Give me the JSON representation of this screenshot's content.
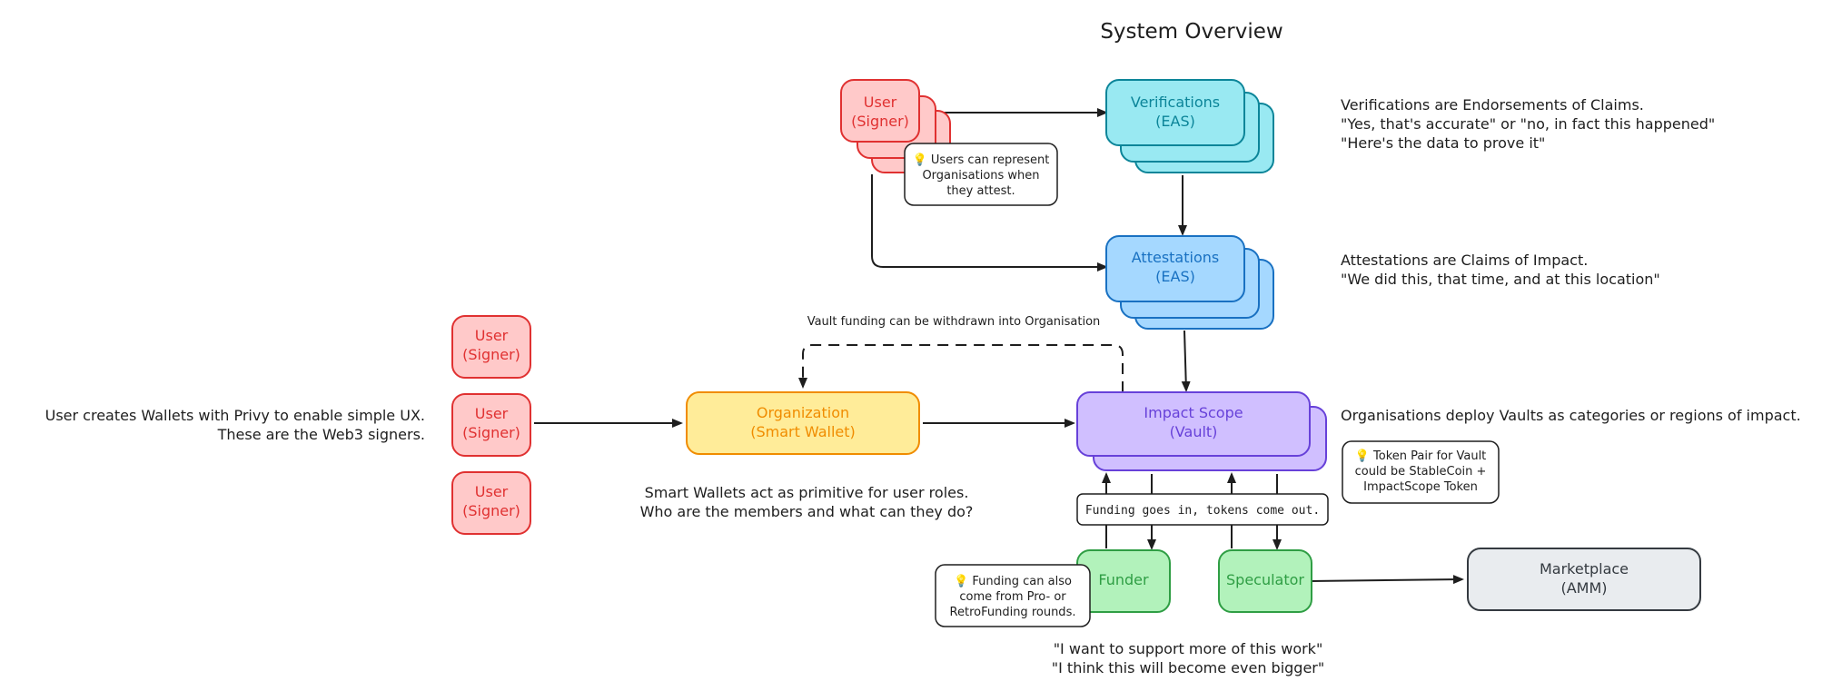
{
  "title": "System Overview",
  "colors": {
    "red_fill": "#ffc9c9",
    "red_stroke": "#e03131",
    "cyan_fill": "#99e9f2",
    "cyan_stroke": "#0c8599",
    "blue_fill": "#a5d8ff",
    "blue_stroke": "#1971c2",
    "yellow_fill": "#ffec99",
    "yellow_stroke": "#f08c00",
    "violet_fill": "#d0bfff",
    "violet_stroke": "#6741d9",
    "green_fill": "#b2f2bb",
    "green_stroke": "#2f9e44",
    "gray_fill": "#e9ecef",
    "gray_stroke": "#343a40",
    "ink": "#1e1e1e"
  },
  "nodes": {
    "user_top": [
      "User",
      "(Signer)"
    ],
    "verifications": [
      "Verifications",
      "(EAS)"
    ],
    "attestations": [
      "Attestations",
      "(EAS)"
    ],
    "user_left_1": [
      "User",
      "(Signer)"
    ],
    "user_left_2": [
      "User",
      "(Signer)"
    ],
    "user_left_3": [
      "User",
      "(Signer)"
    ],
    "organization": [
      "Organization",
      "(Smart Wallet)"
    ],
    "impact_scope": [
      "Impact Scope",
      "(Vault)"
    ],
    "funder": "Funder",
    "speculator": "Speculator",
    "marketplace": [
      "Marketplace",
      "(AMM)"
    ]
  },
  "notes": {
    "users_represent": [
      "💡 Users can represent",
      "Organisations when",
      "they attest."
    ],
    "token_pair": [
      "💡 Token Pair for Vault",
      "could be StableCoin +",
      "ImpactScope Token"
    ],
    "funding_from": [
      "💡 Funding can also",
      "come from Pro- or",
      "RetroFunding rounds."
    ],
    "funding_box": "Funding goes in, tokens come out."
  },
  "annotations": {
    "verifications_desc": [
      "Verifications are Endorsements of Claims.",
      "\"Yes, that's accurate\" or \"no, in fact this happened\"",
      "\"Here's the data to prove it\""
    ],
    "attestations_desc": [
      "Attestations are Claims of Impact.",
      "\"We did this, that time, and at this location\""
    ],
    "vault_withdraw": "Vault funding can be withdrawn into Organisation",
    "user_wallets": [
      "User creates Wallets with Privy to enable simple UX.",
      "These are the Web3 signers."
    ],
    "org_roles": [
      "Smart Wallets act as primitive for user roles.",
      "Who are the members and what can they do?"
    ],
    "vault_desc": "Organisations deploy Vaults as categories or regions of impact.",
    "quotes": [
      "\"I want to support more of this work\"",
      "\"I think this will become even bigger\""
    ]
  }
}
